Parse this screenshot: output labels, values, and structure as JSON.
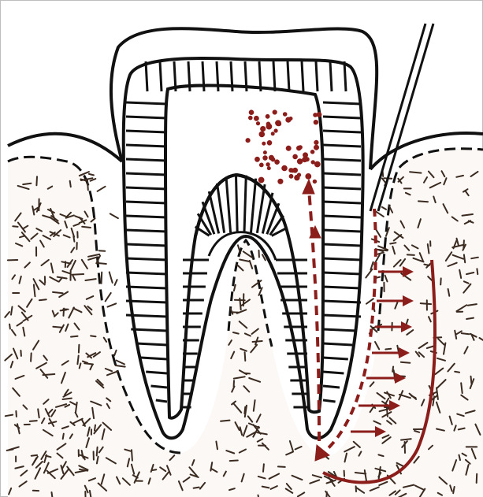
{
  "figure": {
    "description_visible_text": "",
    "colors": {
      "outline": "#111111",
      "bone_hatch": "#3a2a20",
      "pathology": "#8b1d1a",
      "background": "#ffffff",
      "frame": "#bdbdbd"
    },
    "parts": {
      "tooth": "tooth",
      "crown_cap": "crown",
      "enamel": "enamel",
      "dentin": "dentin",
      "pulp": "pulp",
      "alveolar_bone": "bone",
      "probe": "probe",
      "infection_spread": "bacteria"
    }
  }
}
